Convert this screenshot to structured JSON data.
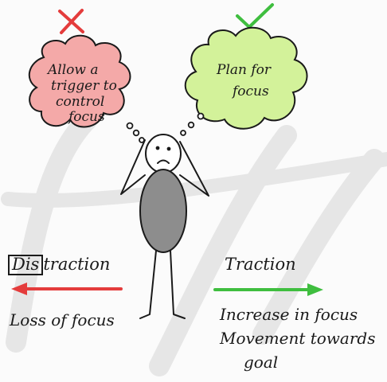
{
  "colors": {
    "bad": "#e43c3c",
    "good": "#3fbe3f",
    "bad_cloud_fill": "#f4a9a8",
    "good_cloud_fill": "#d3f29a",
    "body_fill": "#8d8d8d",
    "ink": "#1a1a1a",
    "watermark": "#e6e6e6"
  },
  "icons": {
    "bad_mark": "cross-icon",
    "good_mark": "checkmark-icon"
  },
  "bad_thought": {
    "lines": [
      "Allow a",
      "trigger to",
      "control",
      "focus"
    ]
  },
  "good_thought": {
    "lines": [
      "Plan for",
      "focus"
    ]
  },
  "left": {
    "label_boxed": "Dis",
    "label_rest": "traction",
    "arrow_direction": "left",
    "outcome": "Loss of focus"
  },
  "right": {
    "label": "Traction",
    "arrow_direction": "right",
    "outcomes": [
      "Increase in focus",
      "Movement towards",
      "goal"
    ]
  }
}
